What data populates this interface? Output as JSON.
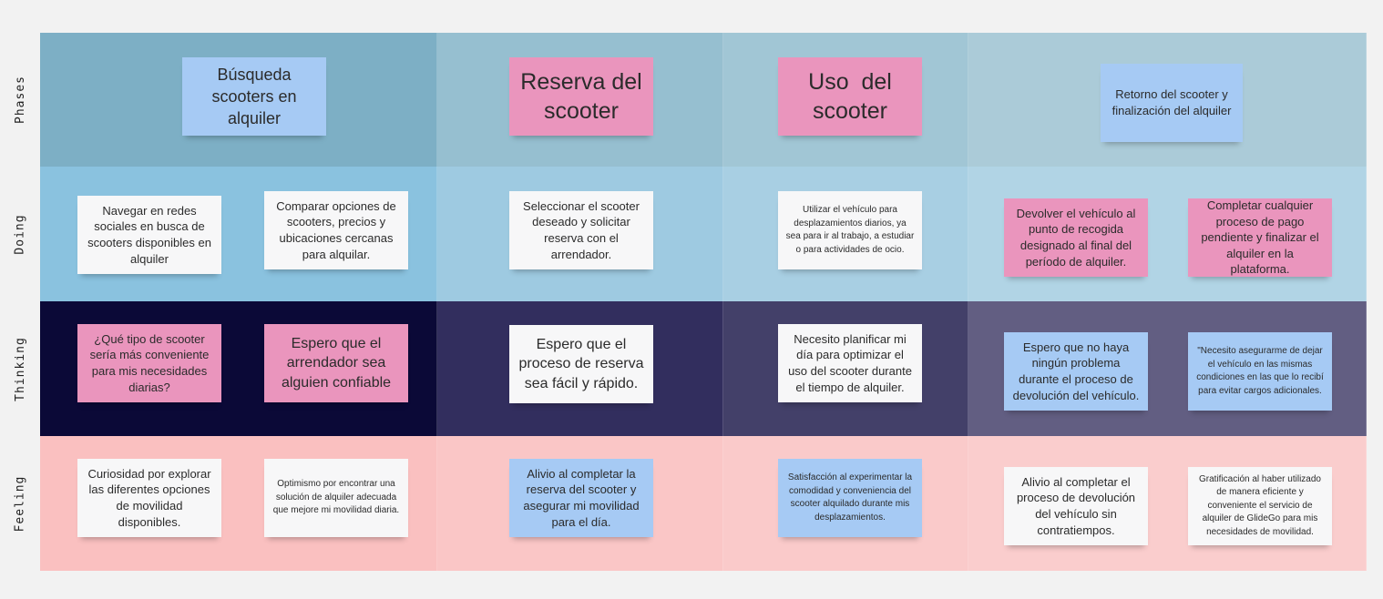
{
  "rows": [
    {
      "id": "phases",
      "label": "Phases",
      "colors": [
        "#7dafc5",
        "#96bfd0",
        "#a1c6d5",
        "#abcbd8"
      ]
    },
    {
      "id": "doing",
      "label": "Doing",
      "colors": [
        "#8ac2df",
        "#9ecae1",
        "#a8cfe3",
        "#b1d4e5"
      ]
    },
    {
      "id": "thinking",
      "label": "Thinking",
      "colors": [
        "#0b0937",
        "#322e5e",
        "#434069",
        "#625e82"
      ]
    },
    {
      "id": "feeling",
      "label": "Feeling",
      "colors": [
        "#fac0c0",
        "#fac6c6",
        "#facaca",
        "#facdcd"
      ]
    }
  ],
  "phases": [
    "Búsqueda scooters en alquiler",
    "Reserva del scooter",
    "Uso  del scooter",
    "Retorno del scooter y finalización del alquiler"
  ],
  "doing": [
    "Navegar en redes sociales en busca de scooters disponibles en alquiler",
    "Comparar opciones de scooters, precios y ubicaciones cercanas para alquilar.",
    "Seleccionar el scooter deseado y solicitar reserva con el arrendador.",
    "Utilizar el vehículo para desplazamientos diarios, ya sea para ir al trabajo, a estudiar o para actividades de ocio.",
    "Devolver el vehículo al punto de recogida designado al final del período de alquiler.",
    "Completar cualquier proceso de pago pendiente y finalizar el alquiler en la plataforma."
  ],
  "thinking": [
    "¿Qué tipo de scooter sería más conveniente para mis necesidades diarias?",
    "Espero que el arrendador sea alguien confiable",
    "Espero que el proceso de reserva sea fácil y rápido.",
    "Necesito planificar mi día para optimizar el uso del scooter durante el tiempo de alquiler.",
    "Espero que no haya ningún problema durante el proceso de devolución del vehículo.",
    "\"Necesito asegurarme de dejar el vehículo en las mismas condiciones en las que lo recibí para evitar cargos adicionales."
  ],
  "feeling": [
    "Curiosidad por explorar las diferentes opciones de movilidad disponibles.",
    "Optimismo por encontrar una solución de alquiler adecuada que mejore mi movilidad diaria.",
    "Alivio al completar la reserva del scooter y asegurar mi movilidad para el día.",
    "Satisfacción al experimentar la comodidad y conveniencia del scooter alquilado durante mis desplazamientos.",
    "Alivio al completar el proceso de devolución del vehículo sin contratiempos.",
    "Gratificación al haber utilizado de manera eficiente y conveniente el servicio de alquiler de GlideGo para mis necesidades de movilidad."
  ],
  "note_colors": {
    "white": "#f7f7f8",
    "pink": "#ea95bd",
    "blue": "#a6caf4"
  }
}
